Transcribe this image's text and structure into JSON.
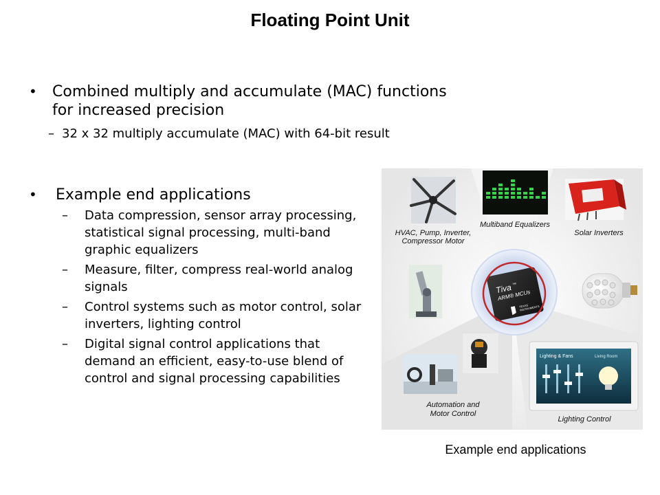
{
  "slide": {
    "title": "Floating Point Unit",
    "bullet1": {
      "text": "Combined multiply and accumulate (MAC) functions for increased precision",
      "sub": "32 x 32 multiply accumulate (MAC) with 64-bit result"
    },
    "bullet2": {
      "text": "Example end applications",
      "subs": [
        "Data compression, sensor array processing, statistical signal processing, multi-band graphic equalizers",
        "Measure, filter, compress real-world analog signals",
        "Control systems such as motor control, solar inverters, lighting control",
        "Digital signal control applications that demand an efficient, easy-to-use blend of control and signal processing capabilities"
      ]
    },
    "bullet_symbol": "•",
    "dash_symbol": "–"
  },
  "diagram": {
    "labels": {
      "hvac_line1": "HVAC, Pump, Inverter,",
      "hvac_line2": "Compressor Motor",
      "equalizers": "Multiband Equalizers",
      "solar": "Solar Inverters",
      "automation_line1": "Automation and",
      "automation_line2": "Motor Control",
      "lighting": "Lighting Control"
    },
    "chip": {
      "brand": "Tiva",
      "tm": "™",
      "line2": "ARM® MCUs",
      "maker_line1": "TEXAS",
      "maker_line2": "INSTRUMENTS"
    },
    "touchpanel": {
      "header": "Lighting & Fans",
      "sub": "Living Room"
    },
    "caption": "Example end applications"
  }
}
